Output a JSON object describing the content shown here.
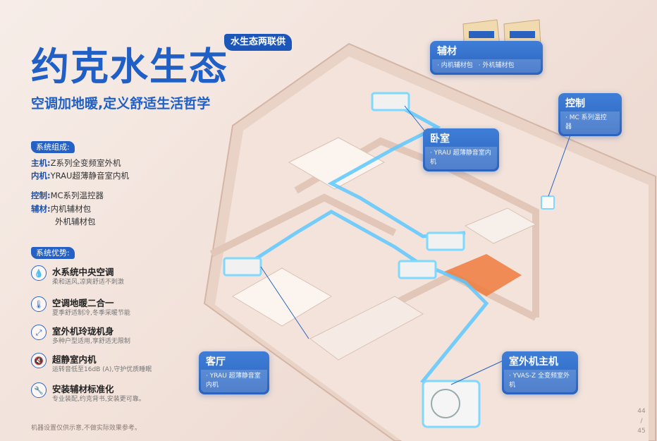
{
  "header": {
    "brand_tag": "水生态两联供",
    "title": "约克水生态",
    "subtitle": "空调加地暖,定义舒适生活哲学"
  },
  "composition": {
    "tag": "系统组成:",
    "items": [
      {
        "key": "主机:",
        "value": "Z系列全变频室外机"
      },
      {
        "key": "内机:",
        "value": "YRAU超薄静音室内机"
      },
      {
        "key": "控制:",
        "value": "MC系列温控器"
      },
      {
        "key": "辅材:",
        "value": "内机辅材包"
      },
      {
        "key": "",
        "value": "外机辅材包"
      }
    ]
  },
  "advantages": {
    "tag": "系统优势:",
    "items": [
      {
        "icon": "water-drop-icon",
        "glyph": "💧",
        "title": "水系统中央空调",
        "desc": "柔和送风,凉爽舒适不刺激"
      },
      {
        "icon": "thermometer-icon",
        "glyph": "🌡",
        "title": "空调地暖二合一",
        "desc": "夏季舒适制冷,冬季采暖节能"
      },
      {
        "icon": "resize-icon",
        "glyph": "⤢",
        "title": "室外机玲珑机身",
        "desc": "多种户型适用,享舒适无限制"
      },
      {
        "icon": "silent-icon",
        "glyph": "🔇",
        "title": "超静室内机",
        "desc": "运转音低至16dB (A),守护优质睡眠"
      },
      {
        "icon": "wrench-icon",
        "glyph": "🔧",
        "title": "安装辅材标准化",
        "desc": "专业装配,约克背书,安装更可靠。"
      }
    ]
  },
  "callouts": {
    "accessories": {
      "title": "辅材",
      "items": [
        "· 内机辅材包",
        "· 外机辅材包"
      ]
    },
    "control": {
      "title": "控制",
      "items": [
        "· MC 系列温控器"
      ]
    },
    "bedroom": {
      "title": "卧室",
      "items": [
        "· YRAU 超薄静音室内机"
      ]
    },
    "living": {
      "title": "客厅",
      "items": [
        "· YRAU 超薄静音室内机"
      ]
    },
    "outdoor": {
      "title": "室外机主机",
      "items": [
        "· YVAS-Z 全变频室外机"
      ]
    }
  },
  "footnote": "机器设置仅供示意,不做实际效果参考。",
  "page_numbers": {
    "left": "44",
    "sep": "/",
    "right": "45"
  },
  "colors": {
    "accent": "#2060c6",
    "callout": "#2a63bf",
    "pipe": "#5cc8ff"
  }
}
